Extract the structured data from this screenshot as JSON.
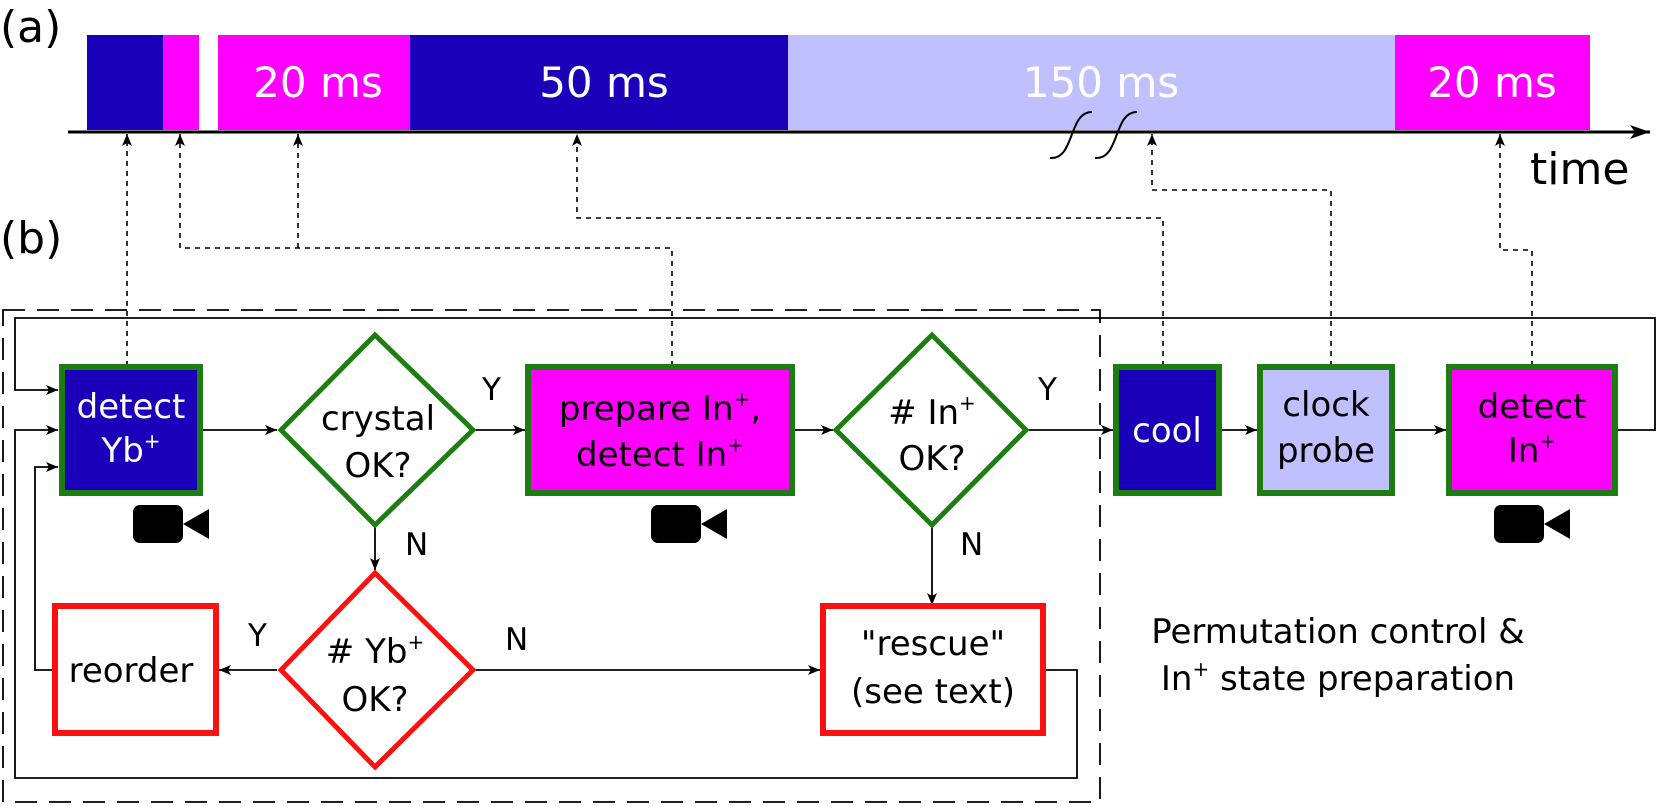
{
  "panel_labels": {
    "a": "(a)",
    "b": "(b)"
  },
  "timeline": {
    "axis_label": "time",
    "segments": [
      {
        "id": "seg-detect-yb",
        "label": "",
        "color": "#1a00b8"
      },
      {
        "id": "seg-short-magenta",
        "label": "",
        "color": "#ff00ff"
      },
      {
        "id": "seg-prepare",
        "label": "20 ms",
        "color": "#ff00ff"
      },
      {
        "id": "seg-cool",
        "label": "50 ms",
        "color": "#1a00b8"
      },
      {
        "id": "seg-clock",
        "label": "150 ms",
        "color": "#c0c0ff"
      },
      {
        "id": "seg-detect-in",
        "label": "20 ms",
        "color": "#ff00ff"
      }
    ]
  },
  "boxes": {
    "detect_yb": {
      "line1": "detect",
      "line2": "Yb",
      "sup2": "+"
    },
    "prepare_in": {
      "line1": "prepare In",
      "sup1": "+",
      "line1_tail": ",",
      "line2": "detect In",
      "sup2": "+"
    },
    "cool": {
      "line1": "cool"
    },
    "clock_probe": {
      "line1": "clock",
      "line2": "probe"
    },
    "detect_in": {
      "line1": "detect",
      "line2": "In",
      "sup2": "+"
    },
    "reorder": {
      "line1": "reorder"
    },
    "rescue": {
      "line1": "\"rescue\"",
      "line2": "(see text)"
    }
  },
  "diamonds": {
    "crystal_ok": {
      "line1": "crystal",
      "line2": "OK?"
    },
    "in_count_ok": {
      "line1": "# In",
      "sup1": "+",
      "line2": "OK?"
    },
    "yb_count_ok": {
      "line1": "# Yb",
      "sup1": "+",
      "line2": "OK?"
    }
  },
  "edge_labels": {
    "crystal_yes": "Y",
    "crystal_no": "N",
    "in_yes": "Y",
    "in_no": "N",
    "yb_yes": "Y",
    "yb_no": "N"
  },
  "region_caption": {
    "line1": "Permutation control &",
    "line2_pre": "In",
    "line2_sup": "+",
    "line2_post": " state preparation"
  },
  "icons": [
    "camera-icon",
    "camera-icon",
    "camera-icon"
  ],
  "colors": {
    "navy": "#1a00b8",
    "magenta": "#ff00ff",
    "lavender": "#c0c0ff",
    "green": "#1e7d12",
    "red": "#ff1010"
  }
}
